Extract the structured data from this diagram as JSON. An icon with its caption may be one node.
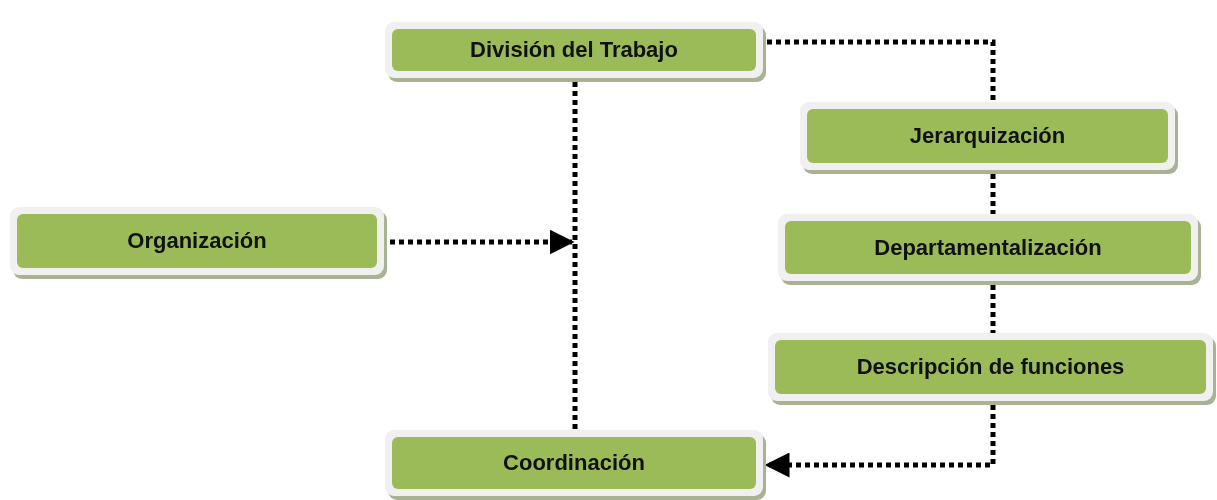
{
  "diagram": {
    "nodes": [
      {
        "text": [
          "División del Trabajo"
        ]
      },
      {
        "text": [
          "Jerarquización"
        ]
      },
      {
        "text": [
          "Departamentalización"
        ]
      },
      {
        "text": [
          "Descripción de funciones"
        ]
      },
      {
        "text": [
          "Organización"
        ]
      },
      {
        "text": [
          "Coordinación"
        ]
      }
    ],
    "edges": [
      {
        "from": 0,
        "to": 1,
        "arrow": "none"
      },
      {
        "from": 1,
        "to": 2,
        "arrow": "none"
      },
      {
        "from": 2,
        "to": 3,
        "arrow": "none"
      },
      {
        "from": 3,
        "to": 5,
        "arrow": "to"
      },
      {
        "from": 0,
        "to": 5,
        "arrow": "none"
      },
      {
        "from": 4,
        "to": null,
        "arrow": "to"
      }
    ]
  }
}
